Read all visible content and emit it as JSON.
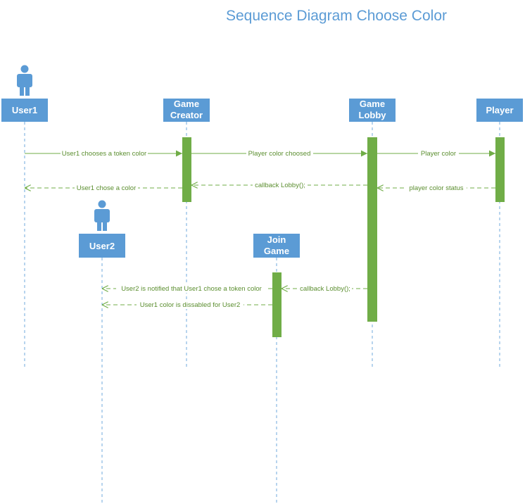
{
  "title": "Sequence Diagram Choose Color",
  "colors": {
    "participant_box": "#5b9bd5",
    "lifeline": "#6fa8dc",
    "activation": "#70ad47",
    "message": "#70ad47",
    "message_text": "#5b8e2f",
    "title": "#5b9bd5"
  },
  "participants": [
    {
      "id": "user1",
      "lines": [
        "User1"
      ],
      "actor": true,
      "icon": "actor-icon"
    },
    {
      "id": "game-creator",
      "lines": [
        "Game",
        "Creator"
      ],
      "actor": false
    },
    {
      "id": "game-lobby",
      "lines": [
        "Game",
        "Lobby"
      ],
      "actor": false
    },
    {
      "id": "player",
      "lines": [
        "Player"
      ],
      "actor": false
    },
    {
      "id": "user2",
      "lines": [
        "User2"
      ],
      "actor": true,
      "icon": "actor-icon"
    },
    {
      "id": "join-game",
      "lines": [
        "Join",
        "Game"
      ],
      "actor": false
    }
  ],
  "messages": [
    {
      "from": "user1",
      "to": "game-creator",
      "label": "User1 chooses a token color",
      "style": "sync"
    },
    {
      "from": "game-creator",
      "to": "game-lobby",
      "label": "Player color choosed",
      "style": "sync"
    },
    {
      "from": "game-lobby",
      "to": "player",
      "label": "Player color",
      "style": "sync"
    },
    {
      "from": "game-creator",
      "to": "user1",
      "label": "User1 chose a color",
      "style": "return"
    },
    {
      "from": "game-lobby",
      "to": "game-creator",
      "label": "callback Lobby();",
      "style": "return"
    },
    {
      "from": "player",
      "to": "game-lobby",
      "label": "player color status",
      "style": "return"
    },
    {
      "from": "join-game",
      "to": "user2",
      "label": "User2 is notified that User1 chose a token color",
      "style": "return"
    },
    {
      "from": "game-lobby",
      "to": "join-game",
      "label": "callback Lobby();",
      "style": "return"
    },
    {
      "from": "join-game",
      "to": "user2",
      "label": "User1 color is dissabled for User2",
      "style": "return"
    }
  ]
}
